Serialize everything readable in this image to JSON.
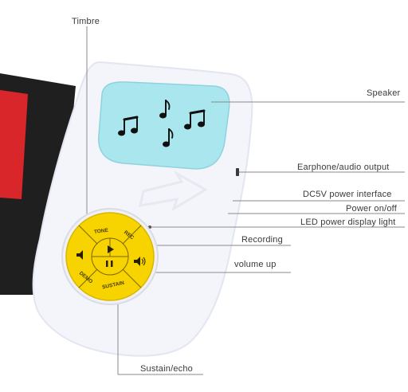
{
  "labels": {
    "timbre": "Timbre",
    "speaker": "Speaker",
    "earphone_output": "Earphone/audio output",
    "dc5v_interface": "DC5V power interface",
    "power_onoff": "Power on/off",
    "led_light": "LED power display light",
    "recording": "Recording",
    "volume_up": "volume up",
    "sustain_echo": "Sustain/echo"
  },
  "buttons": {
    "tone": "TONE",
    "rec": "REC",
    "demo": "DEMO",
    "sustain": "SUSTAIN"
  },
  "colors": {
    "body_white": "#f4f5fb",
    "speaker_blue": "#a9e6ee",
    "button_yellow": "#f7d400",
    "strap_dark": "#1f1f1f",
    "strap_red": "#d8262b",
    "leader_line": "#8a8a8a"
  }
}
